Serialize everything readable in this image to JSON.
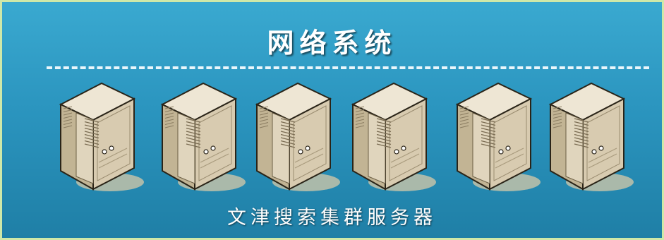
{
  "diagram": {
    "title": "网络系统",
    "caption": "文津搜索集群服务器",
    "server_count": 6,
    "icon": "server-tower-icon",
    "colors": {
      "background_top": "#3aa9d0",
      "background_bottom": "#1f7fa6",
      "border": "#cfe8a8",
      "server_front": "#d8cbb0",
      "server_side": "#c2b494",
      "text": "#ffffff"
    }
  }
}
